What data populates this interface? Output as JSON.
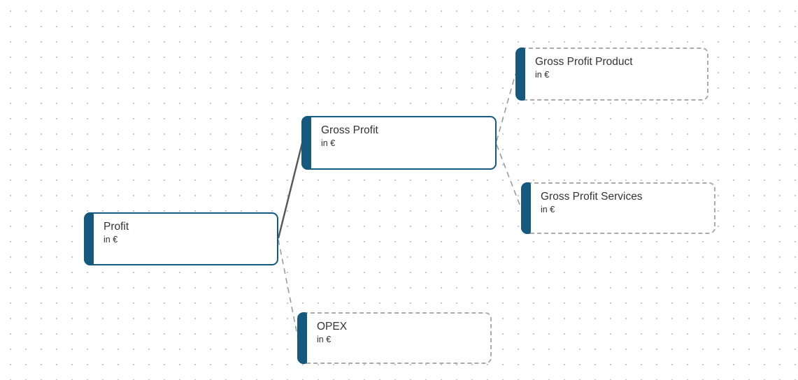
{
  "canvas": {
    "kind": "driver-tree-diagram",
    "background_color": "#ffffff",
    "dot_grid_color": "#c9c9c9"
  },
  "palette": {
    "accent_teal": "#15597e",
    "solid_border": "#15597e",
    "dashed_border": "#ababab",
    "solid_link": "#595959",
    "dashed_link": "#9b9b9b",
    "text_color": "#333333"
  },
  "nodes": [
    {
      "id": "profit",
      "title": "Profit",
      "subtitle": "in €",
      "variant": "solid"
    },
    {
      "id": "gross-profit",
      "title": "Gross Profit",
      "subtitle": "in €",
      "variant": "solid"
    },
    {
      "id": "opex",
      "title": "OPEX",
      "subtitle": "in €",
      "variant": "dashed"
    },
    {
      "id": "gross-profit-product",
      "title": "Gross Profit Product",
      "subtitle": "in €",
      "variant": "dashed"
    },
    {
      "id": "gross-profit-services",
      "title": "Gross Profit Services",
      "subtitle": "in €",
      "variant": "dashed"
    }
  ],
  "links": [
    {
      "from": "profit",
      "to": "gross-profit",
      "variant": "solid"
    },
    {
      "from": "profit",
      "to": "opex",
      "variant": "dashed"
    },
    {
      "from": "gross-profit",
      "to": "gross-profit-product",
      "variant": "dashed"
    },
    {
      "from": "gross-profit",
      "to": "gross-profit-services",
      "variant": "dashed"
    }
  ]
}
